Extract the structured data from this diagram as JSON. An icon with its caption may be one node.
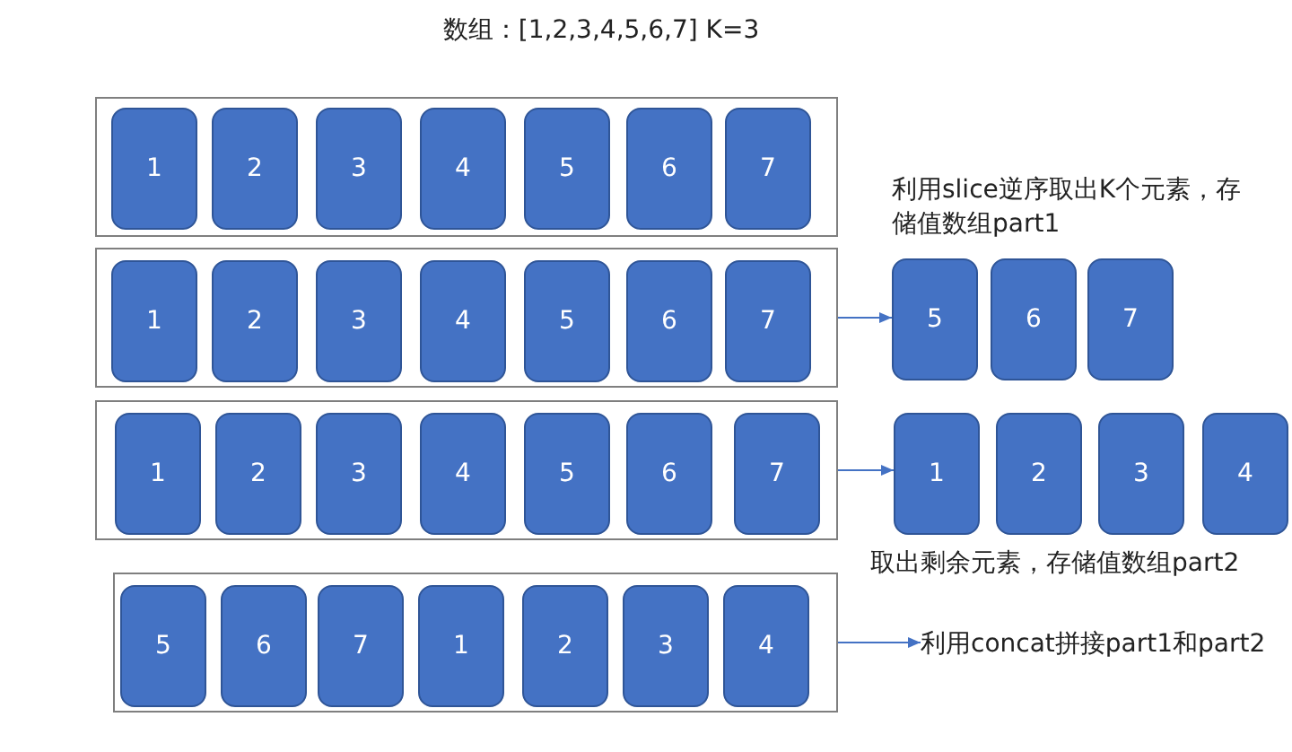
{
  "diagram": {
    "title": "数组：[1,2,3,4,5,6,7] K=3",
    "nodes": [
      {
        "text": [],
        "shape": "box"
      },
      {
        "text": [
          "1"
        ],
        "in": 0
      },
      {
        "text": [
          "2"
        ],
        "in": 0
      },
      {
        "text": [
          "3"
        ],
        "in": 0
      },
      {
        "text": [
          "4"
        ],
        "in": 0
      },
      {
        "text": [
          "5"
        ],
        "in": 0
      },
      {
        "text": [
          "6"
        ],
        "in": 0
      },
      {
        "text": [
          "7"
        ],
        "in": 0
      },
      {
        "text": [],
        "shape": "box"
      },
      {
        "text": [
          "1"
        ],
        "in": 8
      },
      {
        "text": [
          "2"
        ],
        "in": 8
      },
      {
        "text": [
          "3"
        ],
        "in": 8
      },
      {
        "text": [
          "4"
        ],
        "in": 8
      },
      {
        "text": [
          "5"
        ],
        "in": 8
      },
      {
        "text": [
          "6"
        ],
        "in": 8
      },
      {
        "text": [
          "7"
        ],
        "in": 8
      },
      {
        "text": [
          "5"
        ]
      },
      {
        "text": [
          "6"
        ]
      },
      {
        "text": [
          "7"
        ]
      },
      {
        "text": [],
        "shape": "box"
      },
      {
        "text": [
          "1"
        ],
        "in": 19
      },
      {
        "text": [
          "2"
        ],
        "in": 19
      },
      {
        "text": [
          "3"
        ],
        "in": 19
      },
      {
        "text": [
          "4"
        ],
        "in": 19
      },
      {
        "text": [
          "5"
        ],
        "in": 19
      },
      {
        "text": [
          "6"
        ],
        "in": 19
      },
      {
        "text": [
          "7"
        ],
        "in": 19
      },
      {
        "text": [
          "1"
        ]
      },
      {
        "text": [
          "2"
        ]
      },
      {
        "text": [
          "3"
        ]
      },
      {
        "text": [
          "4"
        ]
      },
      {
        "text": [],
        "shape": "box"
      },
      {
        "text": [
          "5"
        ],
        "in": 31
      },
      {
        "text": [
          "6"
        ],
        "in": 31
      },
      {
        "text": [
          "7"
        ],
        "in": 31
      },
      {
        "text": [
          "1"
        ],
        "in": 31
      },
      {
        "text": [
          "2"
        ],
        "in": 31
      },
      {
        "text": [
          "3"
        ],
        "in": 31
      },
      {
        "text": [
          "4"
        ],
        "in": 31
      },
      {
        "text": [
          "利用concat拼接part1和part2"
        ]
      }
    ],
    "edges": [
      {
        "from": 8,
        "to": 16,
        "arrow": "to"
      },
      {
        "from": 19,
        "to": 27,
        "arrow": "to"
      },
      {
        "from": 31,
        "to": 39,
        "arrow": "to"
      }
    ],
    "labels": [
      "利用slice逆序取出K个元素，存储值数组part1",
      "取出剩余元素，存储值数组part2"
    ]
  }
}
